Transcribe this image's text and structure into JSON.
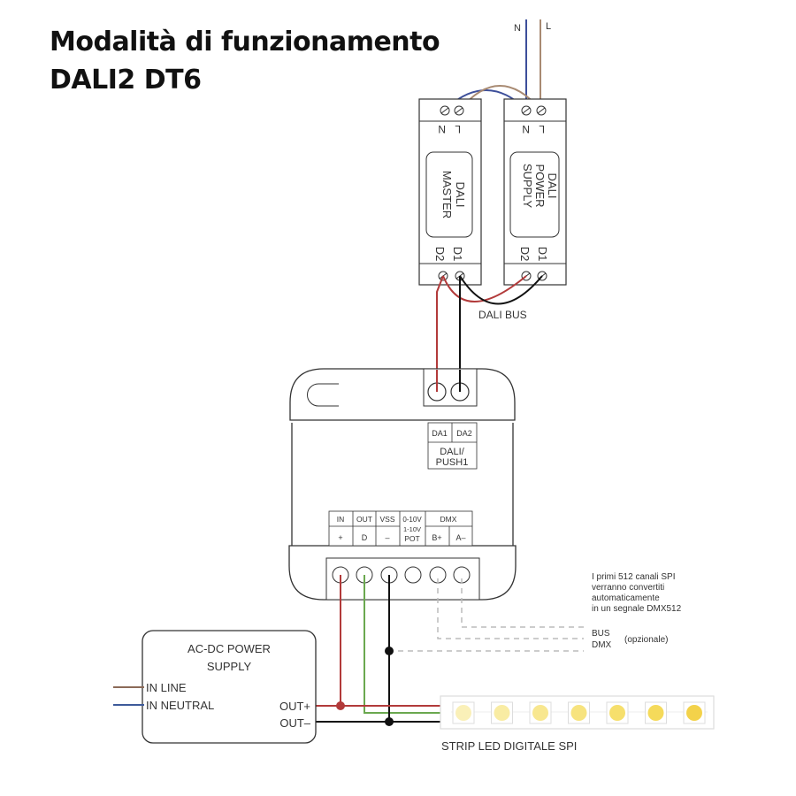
{
  "title": {
    "line1": "Modalità di funzionamento",
    "line2": "DALI2 DT6"
  },
  "mains": {
    "neutral_label": "N",
    "line_label": "L"
  },
  "colors": {
    "neutral_wire": "#3d4f9a",
    "line_wire": "#a88a72",
    "positive_wire": "#b23a3a",
    "data_wire": "#6aa84f",
    "negative_wire": "#111111",
    "dmx_dashed": "#bbbbbb",
    "device_stroke": "#333333",
    "strip_border": "#dddddd"
  },
  "dali_master": {
    "name_line1": "DALI",
    "name_line2": "MASTER",
    "top_terminals": [
      "N",
      "L"
    ],
    "bottom_terminals": [
      "D2",
      "D1"
    ]
  },
  "dali_power_supply": {
    "name_line1": "DALI",
    "name_line2": "POWER",
    "name_line3": "SUPPLY",
    "top_terminals": [
      "N",
      "L"
    ],
    "bottom_terminals": [
      "D2",
      "D1"
    ]
  },
  "dali_bus_label": "DALI BUS",
  "controller": {
    "dali_terminals": [
      "DA1",
      "DA2"
    ],
    "dali_group_line1": "DALI/",
    "dali_group_line2": "PUSH1",
    "io_headers": [
      "IN",
      "OUT",
      "VSS",
      "0-10V",
      "DMX"
    ],
    "io_subheaders": [
      "+",
      "D",
      "–",
      "1-10V",
      "B+",
      "A–"
    ],
    "io_sub_pot": "POT"
  },
  "note": {
    "line1": "I primi 512 canali SPI",
    "line2": "verranno convertiti",
    "line3": "automaticamente",
    "line4": "in un segnale DMX512"
  },
  "bus_dmx": {
    "line1": "BUS",
    "line2": "DMX",
    "optional": "(opzionale)"
  },
  "power_supply": {
    "name_line1": "AC-DC POWER",
    "name_line2": "SUPPLY",
    "in_line": "IN LINE",
    "in_neutral": "IN NEUTRAL",
    "out_plus": "OUT+",
    "out_minus": "OUT–"
  },
  "led_strip": {
    "label": "STRIP LED DIGITALE SPI",
    "led_count": 7,
    "led_colors": [
      "#faf0b8",
      "#f9eca3",
      "#f8e78f",
      "#f7e37e",
      "#f6df6c",
      "#f5da5a",
      "#f3d24a"
    ]
  }
}
